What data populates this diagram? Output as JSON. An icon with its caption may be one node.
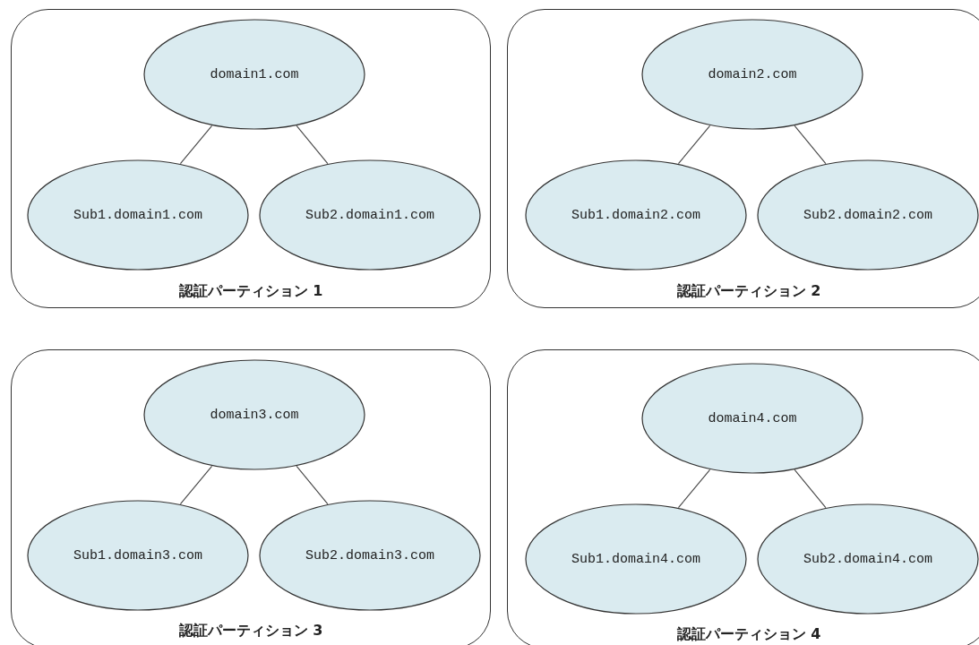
{
  "diagram": {
    "nodes": [
      {
        "text": [
          "認証パーティション 1"
        ]
      },
      {
        "text": [
          "domain1.com"
        ],
        "in": 0
      },
      {
        "text": [
          "Sub1.domain1.com"
        ],
        "in": 0
      },
      {
        "text": [
          "Sub2.domain1.com"
        ],
        "in": 0
      },
      {
        "text": [
          "認証パーティション 2"
        ]
      },
      {
        "text": [
          "domain2.com"
        ],
        "in": 4
      },
      {
        "text": [
          "Sub1.domain2.com"
        ],
        "in": 4
      },
      {
        "text": [
          "Sub2.domain2.com"
        ],
        "in": 4
      },
      {
        "text": [
          "認証パーティション 3"
        ]
      },
      {
        "text": [
          "domain3.com"
        ],
        "in": 8
      },
      {
        "text": [
          "Sub1.domain3.com"
        ],
        "in": 8
      },
      {
        "text": [
          "Sub2.domain3.com"
        ],
        "in": 8
      },
      {
        "text": [
          "認証パーティション 4"
        ]
      },
      {
        "text": [
          "domain4.com"
        ],
        "in": 12
      },
      {
        "text": [
          "Sub1.domain4.com"
        ],
        "in": 12
      },
      {
        "text": [
          "Sub2.domain4.com"
        ],
        "in": 12
      }
    ],
    "edges": [
      {
        "from": 1,
        "to": 2,
        "arrow": "none"
      },
      {
        "from": 1,
        "to": 3,
        "arrow": "none"
      },
      {
        "from": 5,
        "to": 6,
        "arrow": "none"
      },
      {
        "from": 5,
        "to": 7,
        "arrow": "none"
      },
      {
        "from": 9,
        "to": 10,
        "arrow": "none"
      },
      {
        "from": 9,
        "to": 11,
        "arrow": "none"
      },
      {
        "from": 13,
        "to": 14,
        "arrow": "none"
      },
      {
        "from": 13,
        "to": 15,
        "arrow": "none"
      }
    ]
  }
}
